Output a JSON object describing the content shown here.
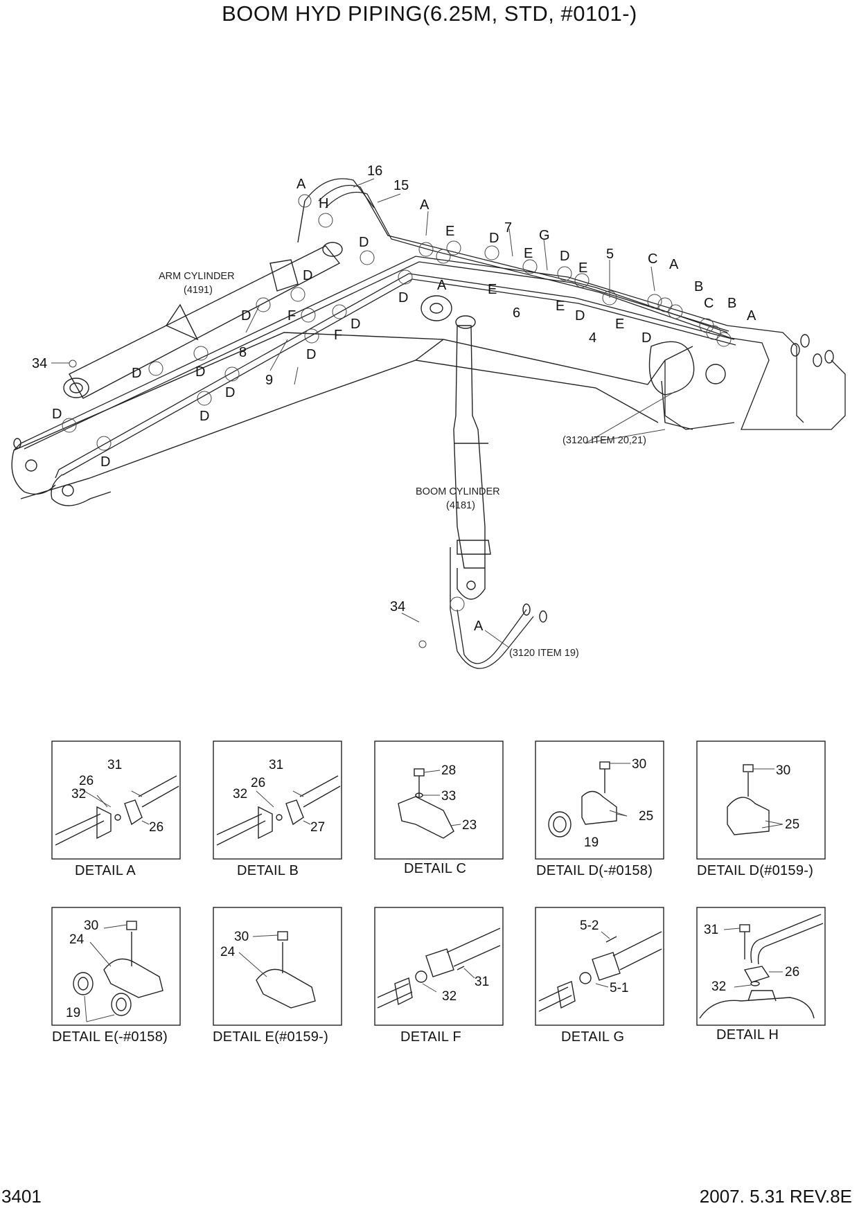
{
  "title": "BOOM HYD PIPING(6.25M, STD,  #0101-)",
  "page_number": "3401",
  "revision": "2007. 5.31  REV.8E",
  "notes": {
    "arm_cylinder": "ARM CYLINDER",
    "arm_cylinder_ref": "(4191)",
    "boom_cylinder": "BOOM CYLINDER",
    "boom_cylinder_ref": "(4181)",
    "ref_20_21": "(3120 ITEM 20,21)",
    "ref_19": "(3120 ITEM 19)"
  },
  "main_labels": {
    "n16": "16",
    "n15": "15",
    "n7": "7",
    "n6": "6",
    "n5": "5",
    "n4": "4",
    "n8": "8",
    "n9": "9",
    "n34a": "34",
    "n34b": "34",
    "A": "A",
    "B": "B",
    "C": "C",
    "D": "D",
    "E": "E",
    "F": "F",
    "G": "G",
    "H": "H"
  },
  "details": [
    {
      "caption": "DETAIL  A",
      "parts": [
        "31",
        "26",
        "32",
        "26"
      ]
    },
    {
      "caption": "DETAIL  B",
      "parts": [
        "31",
        "26",
        "32",
        "27"
      ]
    },
    {
      "caption": "DETAIL  C",
      "parts": [
        "28",
        "33",
        "23"
      ]
    },
    {
      "caption": "DETAIL  D(-#0158)",
      "parts": [
        "30",
        "25",
        "19"
      ]
    },
    {
      "caption": "DETAIL  D(#0159-)",
      "parts": [
        "30",
        "25"
      ]
    },
    {
      "caption": "DETAIL  E(-#0158)",
      "parts": [
        "30",
        "24",
        "19"
      ]
    },
    {
      "caption": "DETAIL  E(#0159-)",
      "parts": [
        "30",
        "24"
      ]
    },
    {
      "caption": "DETAIL  F",
      "parts": [
        "32",
        "31"
      ]
    },
    {
      "caption": "DETAIL  G",
      "parts": [
        "5-2",
        "5-1"
      ]
    },
    {
      "caption": "DETAIL  H",
      "parts": [
        "31",
        "26",
        "32"
      ]
    }
  ]
}
